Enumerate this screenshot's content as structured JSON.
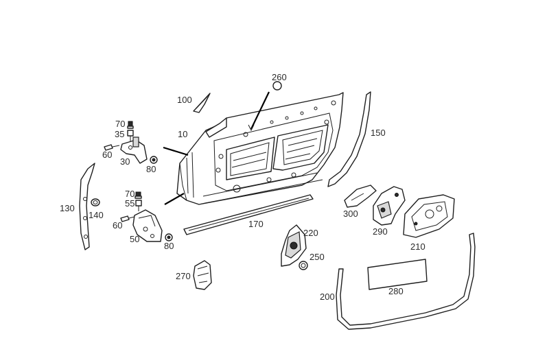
{
  "callouts": {
    "c10": "10",
    "c30": "30",
    "c35": "35",
    "c50": "50",
    "c55": "55",
    "c60a": "60",
    "c60b": "60",
    "c70a": "70",
    "c70b": "70",
    "c80a": "80",
    "c80b": "80",
    "c100": "100",
    "c130": "130",
    "c140": "140",
    "c150": "150",
    "c170": "170",
    "c200": "200",
    "c210": "210",
    "c220": "220",
    "c250": "250",
    "c260": "260",
    "c270": "270",
    "c280": "280",
    "c290": "290",
    "c300": "300"
  }
}
